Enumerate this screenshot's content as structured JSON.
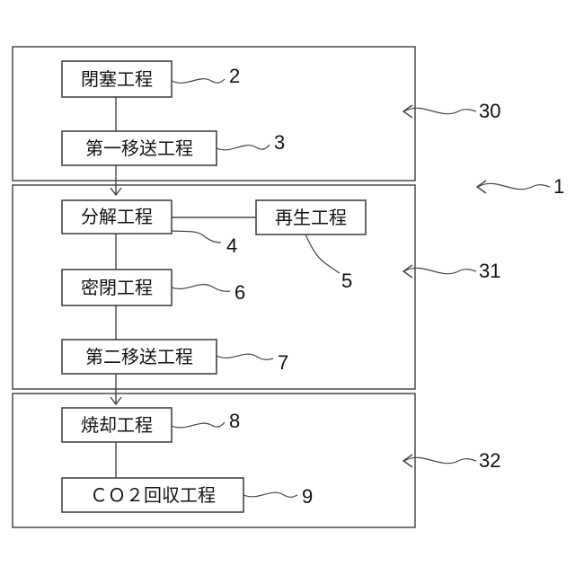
{
  "steps": {
    "closing": {
      "label": "閉塞工程",
      "ref": "2"
    },
    "first_transfer": {
      "label": "第一移送工程",
      "ref": "3"
    },
    "decomposition": {
      "label": "分解工程",
      "ref": "4"
    },
    "regeneration": {
      "label": "再生工程",
      "ref": "5"
    },
    "sealing": {
      "label": "密閉工程",
      "ref": "6"
    },
    "second_transfer": {
      "label": "第二移送工程",
      "ref": "7"
    },
    "incineration": {
      "label": "焼却工程",
      "ref": "8"
    },
    "co2_recovery": {
      "label": "ＣＯ２回収工程",
      "ref": "9"
    }
  },
  "stages": {
    "stage_30": {
      "ref": "30"
    },
    "stage_31": {
      "ref": "31"
    },
    "stage_32": {
      "ref": "32"
    }
  },
  "system": {
    "ref": "1"
  }
}
